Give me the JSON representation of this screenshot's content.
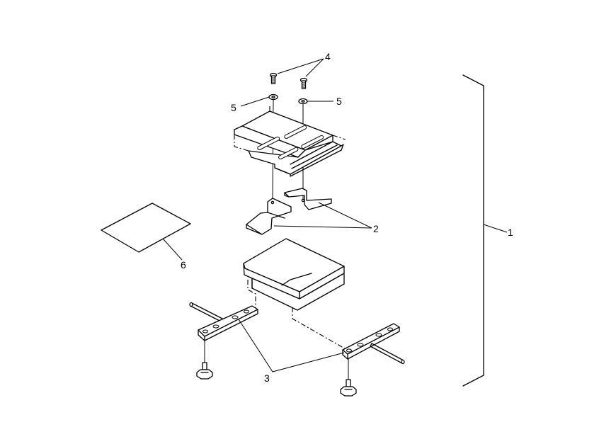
{
  "callouts": {
    "assembly": "1",
    "brackets": "2",
    "mounting_plates": "3",
    "screws": "4",
    "washer_left": "5",
    "washer_right": "5",
    "sheet": "6"
  }
}
